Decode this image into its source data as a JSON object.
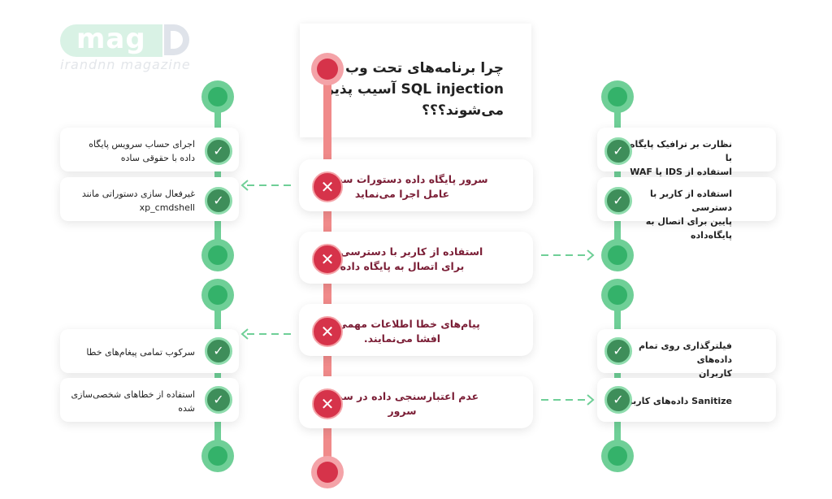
{
  "logo": {
    "text": "mag",
    "subtitle": "irandnn magazine"
  },
  "title": {
    "line1": "چرا برنامه‌های تحت وب به",
    "line2": "SQL injection آسیب پذیر",
    "line3": "می‌شوند؟؟؟"
  },
  "causes": [
    {
      "line1": "سرور پایگاه داده دستورات سیستم",
      "line2": "عامل اجرا می‌نماید"
    },
    {
      "line1": "استفاده از کاربر با دسترسی بالا",
      "line2": "برای اتصال به پایگاه داده"
    },
    {
      "line1": "پیام‌های خطا اطلاعات مهمی را",
      "line2": "افشا می‌نمایند."
    },
    {
      "line1": "عدم اعتبارسنجی داده در سمت",
      "line2": "سرور"
    }
  ],
  "left_solutions": [
    {
      "line1": "اجرای حساب سرویس پایگاه",
      "line2": "داده با حقوقی ساده"
    },
    {
      "line1": "غیرفعال سازی دستوراتی مانند",
      "line2": "xp_cmdshell"
    },
    {
      "line1": "سرکوب تمامی پیغام‌های خطا",
      "line2": ""
    },
    {
      "line1": "استفاده از خطاهای شخصی‌سازی",
      "line2": "شده"
    }
  ],
  "right_solutions": [
    {
      "line1": "نظارت بر ترافیک پایگاه داده با",
      "line2": "استفاده از IDS یا WAF"
    },
    {
      "line1": "استفاده از کاربر با دسترسی",
      "line2": "پایین برای اتصال به پایگاه‌داده"
    },
    {
      "line1": "فیلترگذاری روی تمام داده‌های",
      "line2": "کاربران"
    },
    {
      "line1": "Sanitize داده‌های کاربران",
      "line2": ""
    }
  ],
  "colors": {
    "green": "#6fcf97",
    "green_dark": "#34b26a",
    "red": "#d6334a",
    "red_light": "#f08a8a",
    "cause_text": "#7a1d35"
  }
}
